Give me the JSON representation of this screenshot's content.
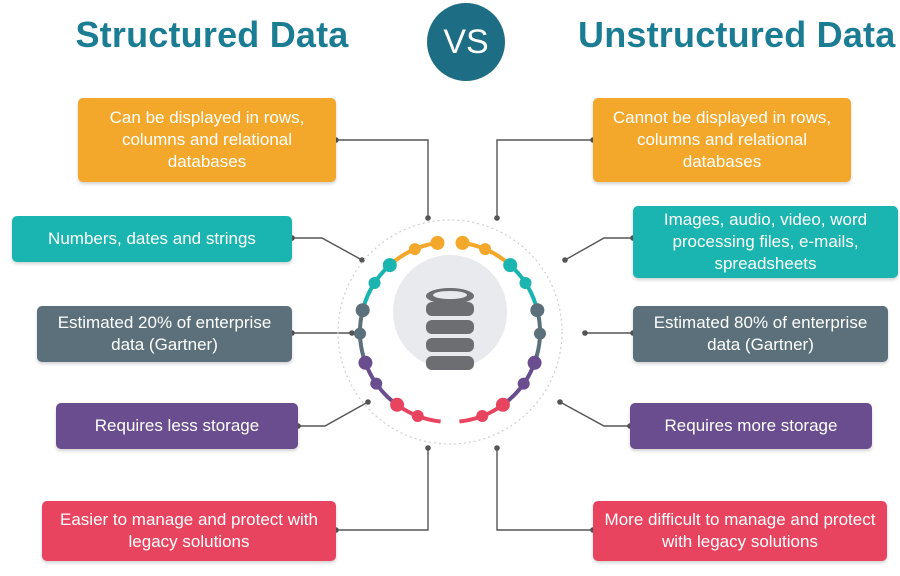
{
  "header": {
    "left_title": "Structured Data",
    "vs": "VS",
    "right_title": "Unstructured Data"
  },
  "left": [
    {
      "text": "Can be displayed in rows, columns and relational databases",
      "color": "#f4a82b"
    },
    {
      "text": "Numbers, dates and strings",
      "color": "#1ab5b0"
    },
    {
      "text": "Estimated 20% of enterprise data (Gartner)",
      "color": "#5b707a"
    },
    {
      "text": "Requires less storage",
      "color": "#6a4d8f"
    },
    {
      "text": "Easier to manage and protect with legacy solutions",
      "color": "#e8445f"
    }
  ],
  "right": [
    {
      "text": "Cannot be displayed in rows, columns and relational databases",
      "color": "#f4a82b"
    },
    {
      "text": "Images, audio, video, word processing files, e-mails, spreadsheets",
      "color": "#1ab5b0"
    },
    {
      "text": "Estimated 80% of enterprise data (Gartner)",
      "color": "#5b707a"
    },
    {
      "text": "Requires more storage",
      "color": "#6a4d8f"
    },
    {
      "text": "More difficult to manage and protect with legacy solutions",
      "color": "#e8445f"
    }
  ],
  "center": {
    "icon": "database-icon"
  }
}
